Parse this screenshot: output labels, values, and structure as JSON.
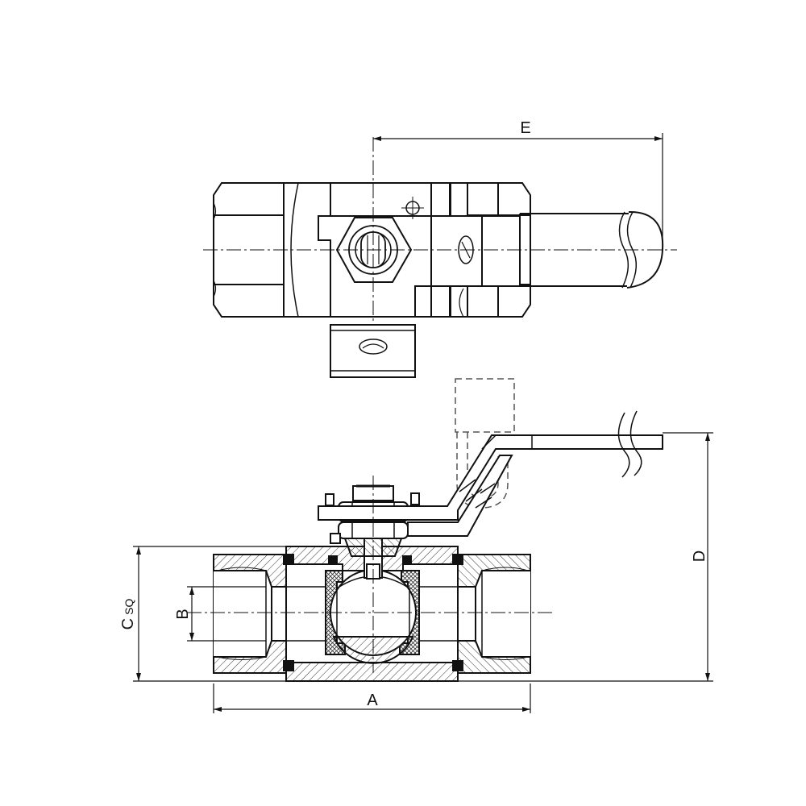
{
  "dimensions": {
    "E": "E",
    "A": "A",
    "B": "B",
    "C": "C",
    "C_suffix": "SQ",
    "D": "D"
  },
  "colors": {
    "line": "#111111",
    "hatch": "#333333",
    "seal": "#111111",
    "hidden": "#555555"
  }
}
